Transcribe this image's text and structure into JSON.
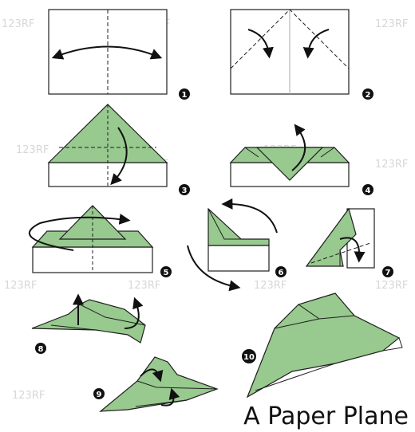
{
  "title": "A Paper Plane",
  "watermark": "123RF",
  "steps": [
    "1",
    "2",
    "3",
    "4",
    "5",
    "6",
    "7",
    "8",
    "9",
    "10"
  ],
  "colors": {
    "paper_green": "#98c98f",
    "paper_white": "#ffffff",
    "outline": "#1e1e1e",
    "arrow": "#111111",
    "step_badge": "#111111",
    "watermark": "#d7d7d7"
  }
}
